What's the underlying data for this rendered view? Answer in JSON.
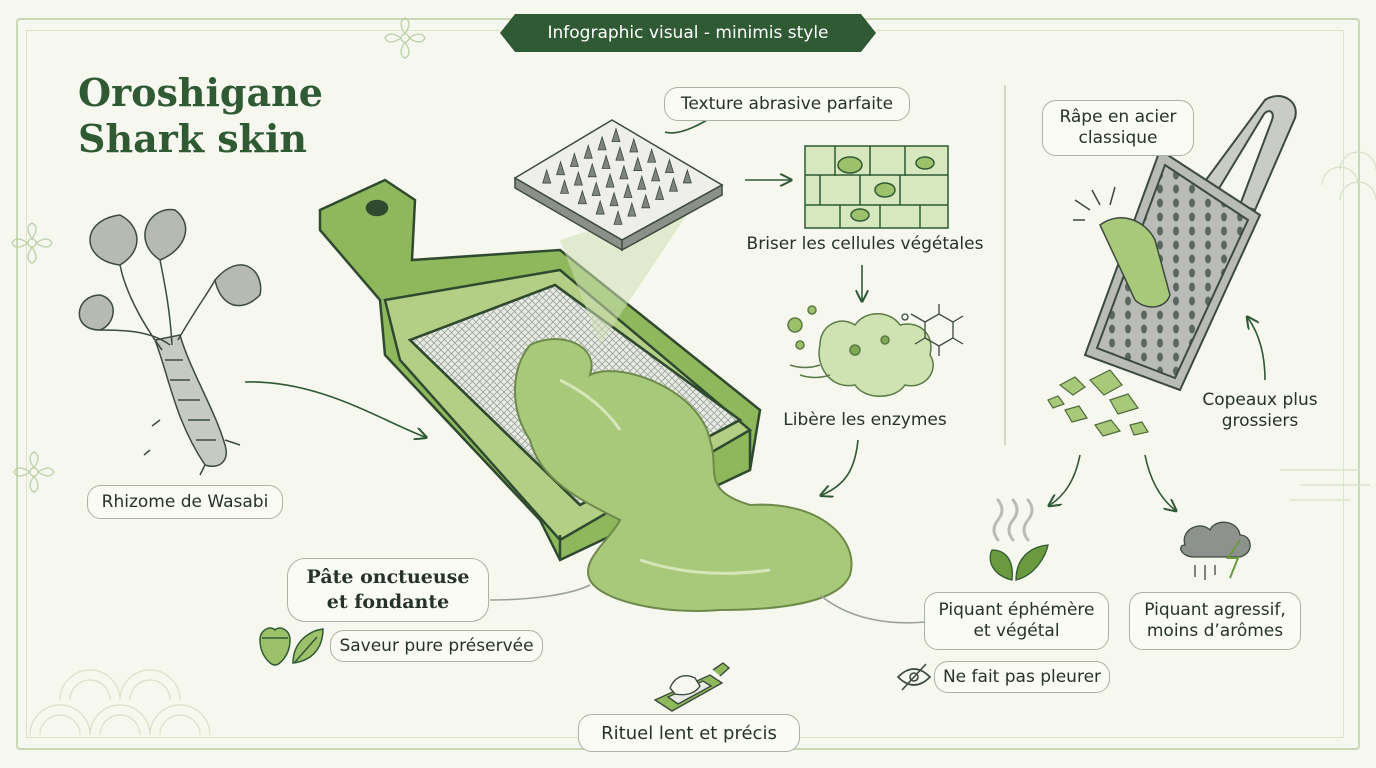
{
  "banner": "Infographic visual - minimis style",
  "title": {
    "line1": "Oroshigane",
    "line2": "Shark skin"
  },
  "labels": {
    "rhizome": "Rhizome de Wasabi",
    "texture": "Texture abrasive parfaite",
    "cells": "Briser les cellules végétales",
    "enzymes": "Libère les enzymes",
    "paste_line1": "Pâte onctueuse",
    "paste_line2": "et fondante",
    "flavor": "Saveur pure préservée",
    "ritual": "Rituel lent et précis",
    "steel_line1": "Râpe en acier",
    "steel_line2": "classique",
    "coarse_line1": "Copeaux plus",
    "coarse_line2": "grossiers",
    "ephemeral_line1": "Piquant éphémère",
    "ephemeral_line2": "et végétal",
    "aggressive_line1": "Piquant agressif,",
    "aggressive_line2": "moins d’arômes",
    "no_tears": "Ne fait pas pleurer"
  },
  "colors": {
    "accent": "#2f5a34",
    "wasabi": "#a9c97a",
    "board": "#8fb85c",
    "line": "#3d4a3f",
    "background": "#f6f7ef"
  },
  "icons": [
    "sakura-icon",
    "leaf-icon",
    "steam-icon",
    "smoke-icon",
    "eye-slash-icon",
    "hand-grating-icon",
    "molecule-icon"
  ]
}
